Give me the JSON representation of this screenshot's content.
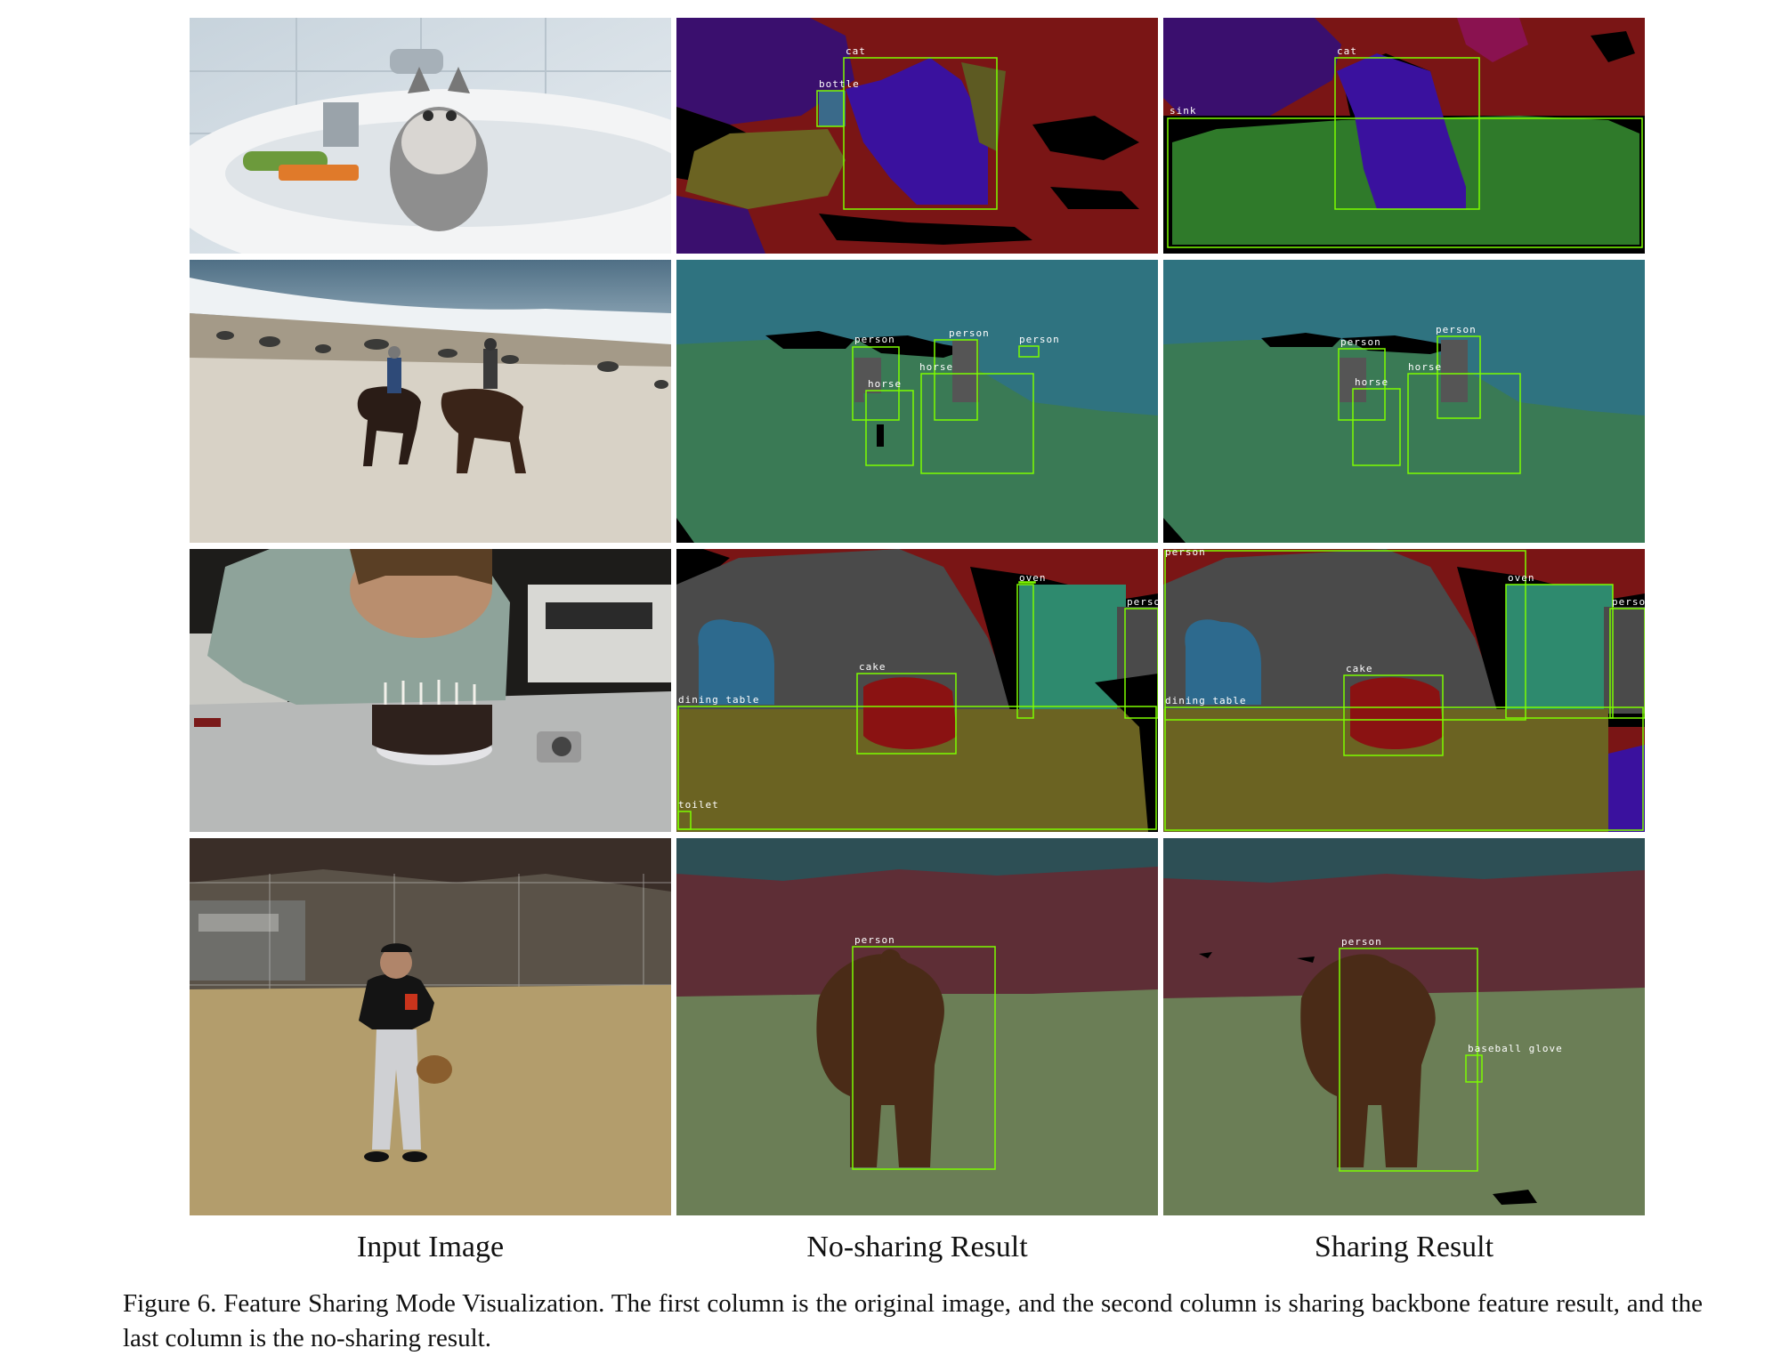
{
  "column_labels": {
    "input": "Input Image",
    "no_sharing": "No-sharing Result",
    "sharing": "Sharing Result"
  },
  "caption": "Figure 6. Feature Sharing Mode Visualization. The first column is the original image, and the second column is sharing backbone feature result, and the last column is the no-sharing result.",
  "rows": [
    {
      "no_sharing_labels": [
        "cat",
        "bottle"
      ],
      "sharing_labels": [
        "cat",
        "sink"
      ]
    },
    {
      "no_sharing_labels": [
        "person",
        "person",
        "person",
        "horse",
        "horse"
      ],
      "sharing_labels": [
        "person",
        "person",
        "horse",
        "horse"
      ]
    },
    {
      "no_sharing_labels": [
        "oven",
        "person",
        "cake",
        "dining table",
        "toilet"
      ],
      "sharing_labels": [
        "person",
        "oven",
        "person",
        "cake",
        "dining table"
      ]
    },
    {
      "no_sharing_labels": [
        "person"
      ],
      "sharing_labels": [
        "person",
        "baseball glove"
      ]
    }
  ]
}
